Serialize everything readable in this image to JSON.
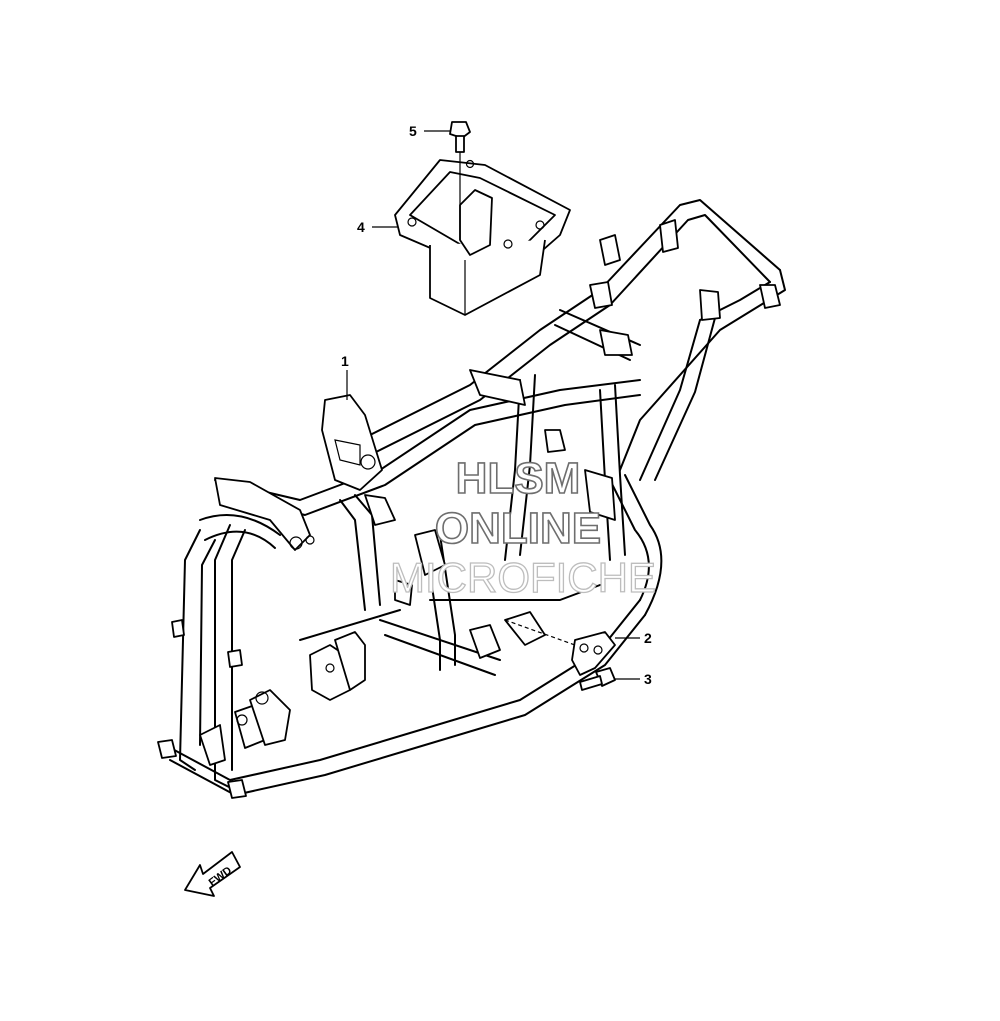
{
  "callouts": [
    {
      "id": "1",
      "label": "1"
    },
    {
      "id": "2",
      "label": "2"
    },
    {
      "id": "3",
      "label": "3"
    },
    {
      "id": "4",
      "label": "4"
    },
    {
      "id": "5",
      "label": "5"
    }
  ],
  "watermark": {
    "line1": "HLSM",
    "line2": "ONLINE",
    "line3": "MICROFICHE"
  },
  "direction_arrow": {
    "label": "FWD",
    "icon": "fwd-arrow-icon"
  }
}
